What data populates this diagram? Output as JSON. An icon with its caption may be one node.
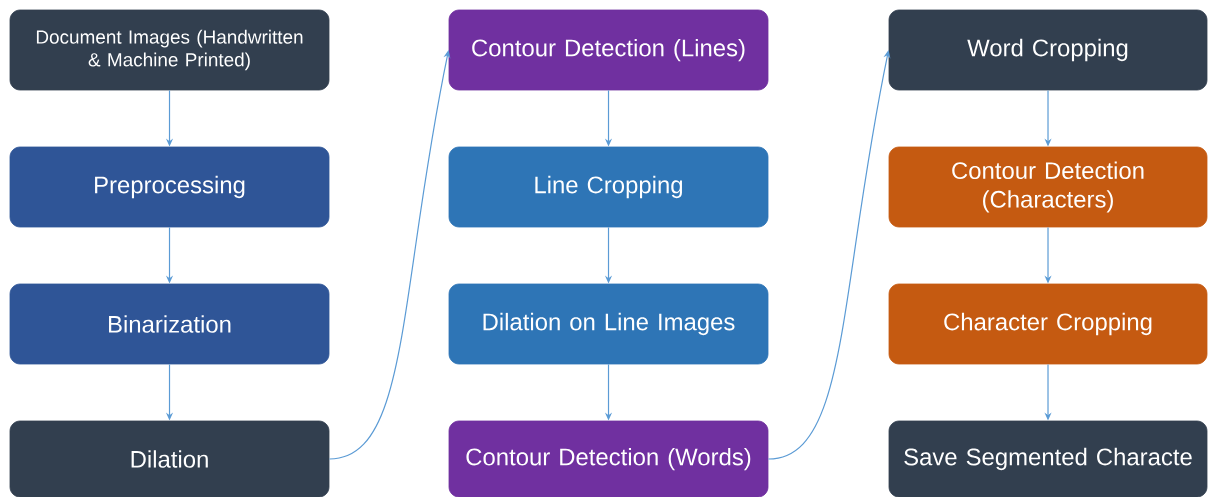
{
  "diagram": {
    "nodes": [
      {
        "text": [
          "Document Images (Handwritten & Machine Printed)"
        ]
      },
      {
        "text": [
          "Preprocessing"
        ]
      },
      {
        "text": [
          "Binarization"
        ]
      },
      {
        "text": [
          "Dilation"
        ]
      },
      {
        "text": [
          "Contour Detection (Lines)"
        ]
      },
      {
        "text": [
          "Line Cropping"
        ]
      },
      {
        "text": [
          "Dilation on Line Images"
        ]
      },
      {
        "text": [
          "Contour Detection (Words)"
        ]
      },
      {
        "text": [
          "Word Cropping"
        ]
      },
      {
        "text": [
          "Contour Detection (Characters)"
        ]
      },
      {
        "text": [
          "Character Cropping"
        ]
      },
      {
        "text": [
          "Save Segmented Characte"
        ]
      }
    ],
    "edges": [
      {
        "from": 0,
        "to": 1,
        "arrow": "to"
      },
      {
        "from": 1,
        "to": 2,
        "arrow": "to"
      },
      {
        "from": 2,
        "to": 3,
        "arrow": "to"
      },
      {
        "from": 3,
        "to": 4,
        "arrow": "to"
      },
      {
        "from": 4,
        "to": 5,
        "arrow": "to"
      },
      {
        "from": 5,
        "to": 6,
        "arrow": "to"
      },
      {
        "from": 6,
        "to": 7,
        "arrow": "to"
      },
      {
        "from": 7,
        "to": 8,
        "arrow": "to"
      },
      {
        "from": 8,
        "to": 9,
        "arrow": "to"
      },
      {
        "from": 9,
        "to": 10,
        "arrow": "to"
      },
      {
        "from": 10,
        "to": 11,
        "arrow": "to"
      }
    ]
  }
}
